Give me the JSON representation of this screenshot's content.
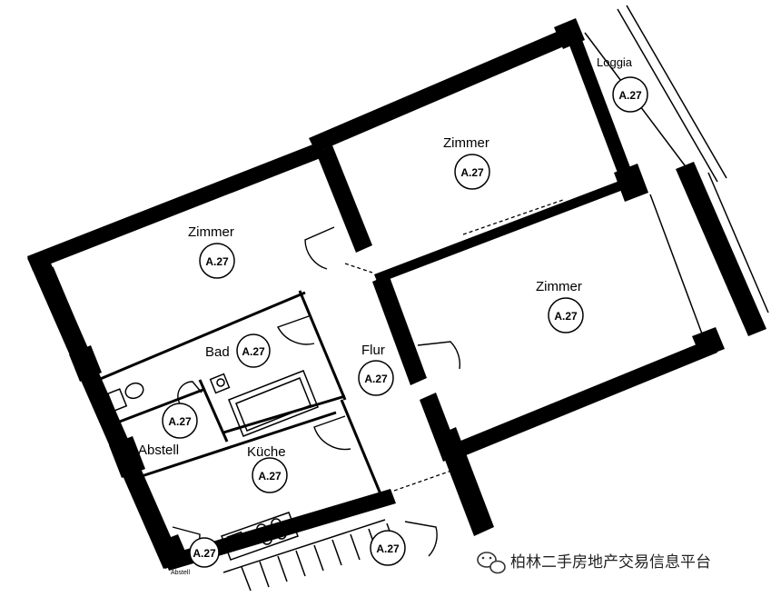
{
  "rooms": {
    "zimmer_left": {
      "name": "Zimmer",
      "code": "A.27"
    },
    "zimmer_top": {
      "name": "Zimmer",
      "code": "A.27"
    },
    "zimmer_right": {
      "name": "Zimmer",
      "code": "A.27"
    },
    "loggia": {
      "name": "Loggia",
      "code": "A.27"
    },
    "bad": {
      "name": "Bad",
      "code": "A.27"
    },
    "flur": {
      "name": "Flur",
      "code": "A.27"
    },
    "abstell": {
      "name": "Abstell",
      "code": "A.27"
    },
    "kueche": {
      "name": "Küche",
      "code": "A.27"
    },
    "vorraum": {
      "name": "Abstell",
      "code": "A.27"
    },
    "treppe": {
      "code": "A.27"
    }
  },
  "watermark": {
    "text": "柏林二手房地产交易信息平台",
    "icon": "wechat-icon"
  }
}
